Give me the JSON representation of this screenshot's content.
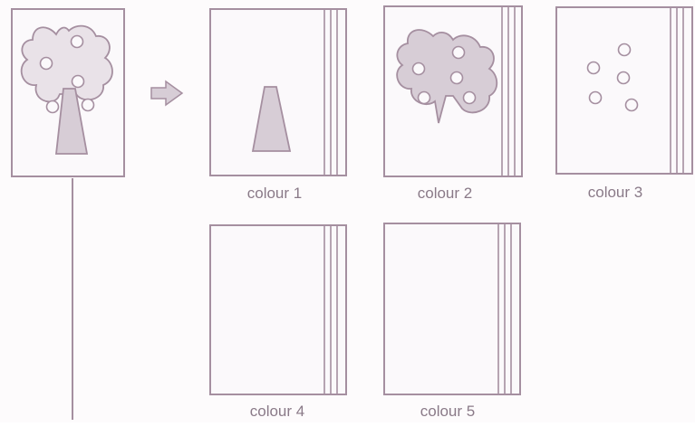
{
  "colors": {
    "line": "#a58fa0",
    "fill": "#d7cdd6",
    "fill_light": "#e9e2e8",
    "text": "#8a7a88",
    "background": "#fdfbfc"
  },
  "labels": {
    "colour1": "colour 1",
    "colour2": "colour 2",
    "colour3": "colour 3",
    "colour4": "colour 4",
    "colour5": "colour 5"
  },
  "icons": {
    "arrow": "right-arrow-icon",
    "tree": "tree-icon"
  }
}
